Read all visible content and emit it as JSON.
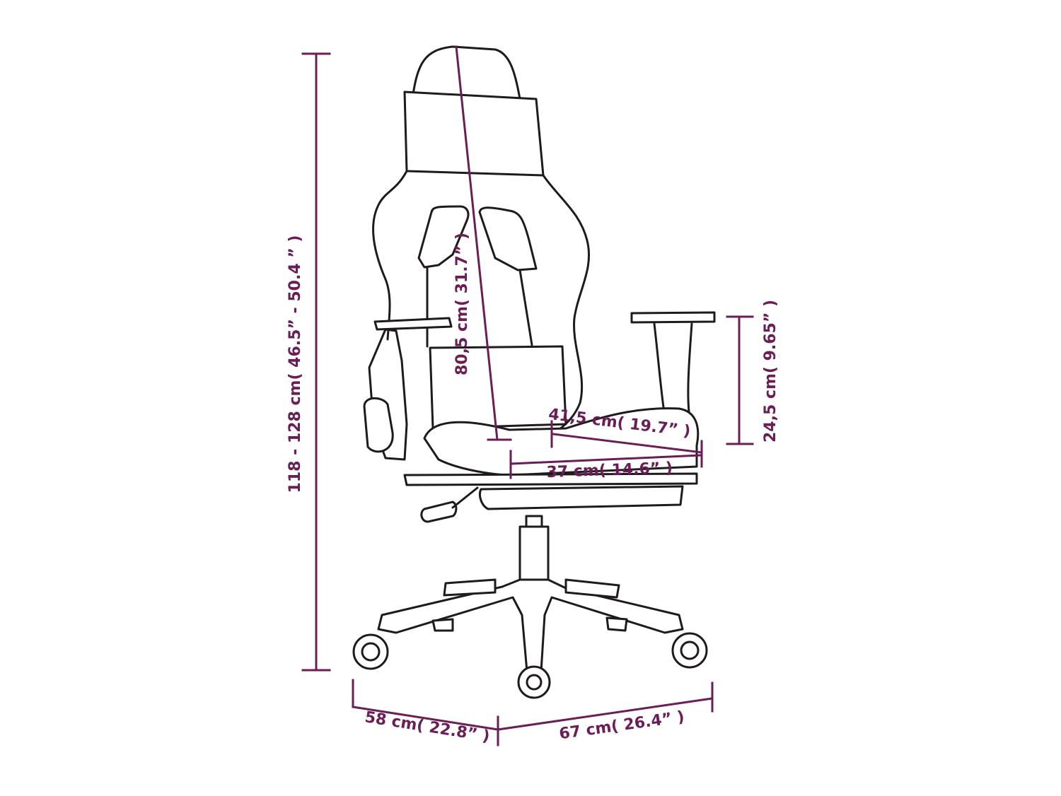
{
  "accent_color": "#6b1d55",
  "line_color": "#1f1a1c",
  "dimensions": {
    "overall_height": "118 - 128 cm( 46.5”  - 50.4  ” )",
    "backrest_height": "80,5 cm( 31.7”  )",
    "armrest_height": "24,5 cm( 9.65”  )",
    "seat_depth": "41,5 cm( 19.7”  )",
    "seat_width": "37 cm( 14.6”  )",
    "base_depth": "58 cm( 22.8”  )",
    "base_width": "67 cm( 26.4”  )"
  }
}
